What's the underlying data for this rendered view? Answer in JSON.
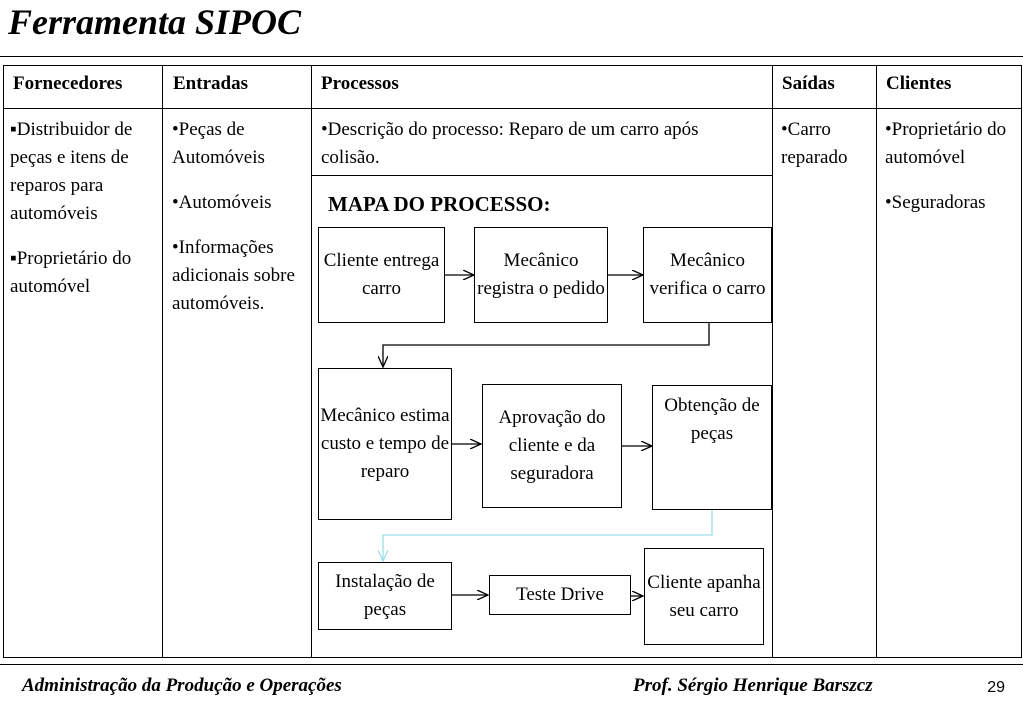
{
  "title": "Ferramenta SIPOC",
  "columns": {
    "fornecedores": "Fornecedores",
    "entradas": "Entradas",
    "processos": "Processos",
    "saidas": "Saídas",
    "clientes": "Clientes"
  },
  "fornecedores": [
    "▪Distribuidor de peças e itens de reparos para automóveis",
    "▪Proprietário do automóvel"
  ],
  "entradas": [
    "•Peças de Automóveis",
    "•Automóveis",
    "•Informações adicionais sobre automóveis."
  ],
  "processos": {
    "descricao": "•Descrição do processo: Reparo de um carro após colisão.",
    "mapa_title": "MAPA DO PROCESSO:",
    "steps": [
      "Cliente entrega carro",
      "Mecânico registra o pedido",
      "Mecânico verifica o carro",
      "Mecânico estima custo e tempo de reparo",
      "Aprovação do cliente e da seguradora",
      "Obtenção de peças",
      "Instalação de peças",
      "Teste Drive",
      "Cliente apanha seu carro"
    ]
  },
  "saidas": [
    "•Carro reparado"
  ],
  "clientes": [
    "•Proprietário do automóvel",
    "•Seguradoras"
  ],
  "footer": {
    "left": "Administração da Produção e Operações",
    "right": "Prof. Sérgio Henrique Barszcz",
    "page": "29"
  },
  "colors": {
    "connector_light": "#9fdde6"
  }
}
